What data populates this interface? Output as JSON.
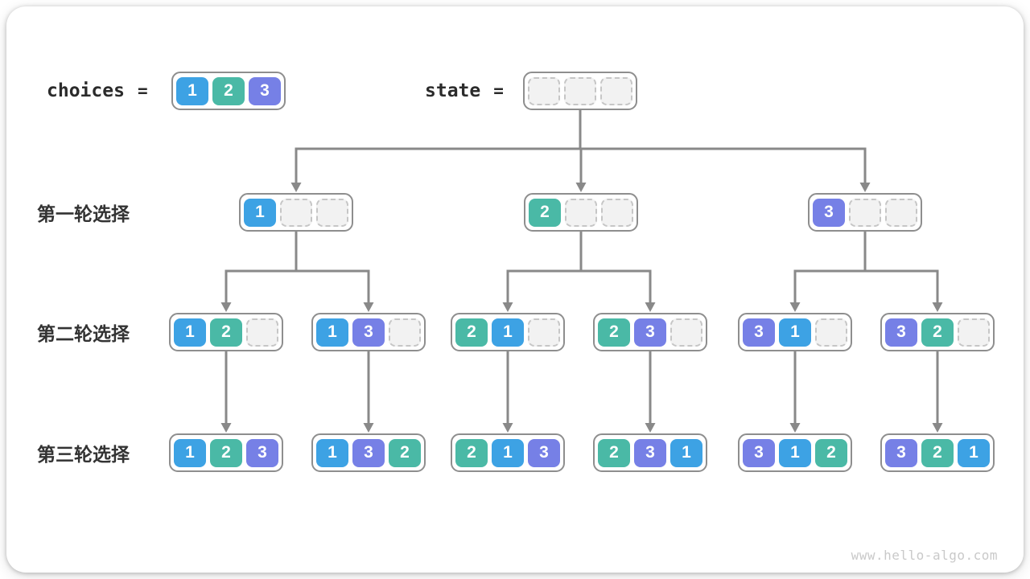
{
  "palette": {
    "cell_1": "#3da2e4",
    "cell_2": "#4ab9a6",
    "cell_3": "#7680e6",
    "empty_fill": "#f2f2f2",
    "empty_border": "#c6c6c6",
    "box_border": "#8e8e8e",
    "arrow": "#898989",
    "label_text": "#333333",
    "watermark_text": "#c9c9c9"
  },
  "header": {
    "choices_label": "choices",
    "equals": "=",
    "choices": [
      1,
      2,
      3
    ],
    "state_label": "state",
    "state": [
      null,
      null,
      null
    ]
  },
  "rows": [
    {
      "label": "第一轮选择",
      "nodes": [
        [
          1,
          null,
          null
        ],
        [
          2,
          null,
          null
        ],
        [
          3,
          null,
          null
        ]
      ]
    },
    {
      "label": "第二轮选择",
      "nodes": [
        [
          1,
          2,
          null
        ],
        [
          1,
          3,
          null
        ],
        [
          2,
          1,
          null
        ],
        [
          2,
          3,
          null
        ],
        [
          3,
          1,
          null
        ],
        [
          3,
          2,
          null
        ]
      ]
    },
    {
      "label": "第三轮选择",
      "nodes": [
        [
          1,
          2,
          3
        ],
        [
          1,
          3,
          2
        ],
        [
          2,
          1,
          3
        ],
        [
          2,
          3,
          1
        ],
        [
          3,
          1,
          2
        ],
        [
          3,
          2,
          1
        ]
      ]
    }
  ],
  "footer": {
    "watermark": "www.hello-algo.com"
  }
}
